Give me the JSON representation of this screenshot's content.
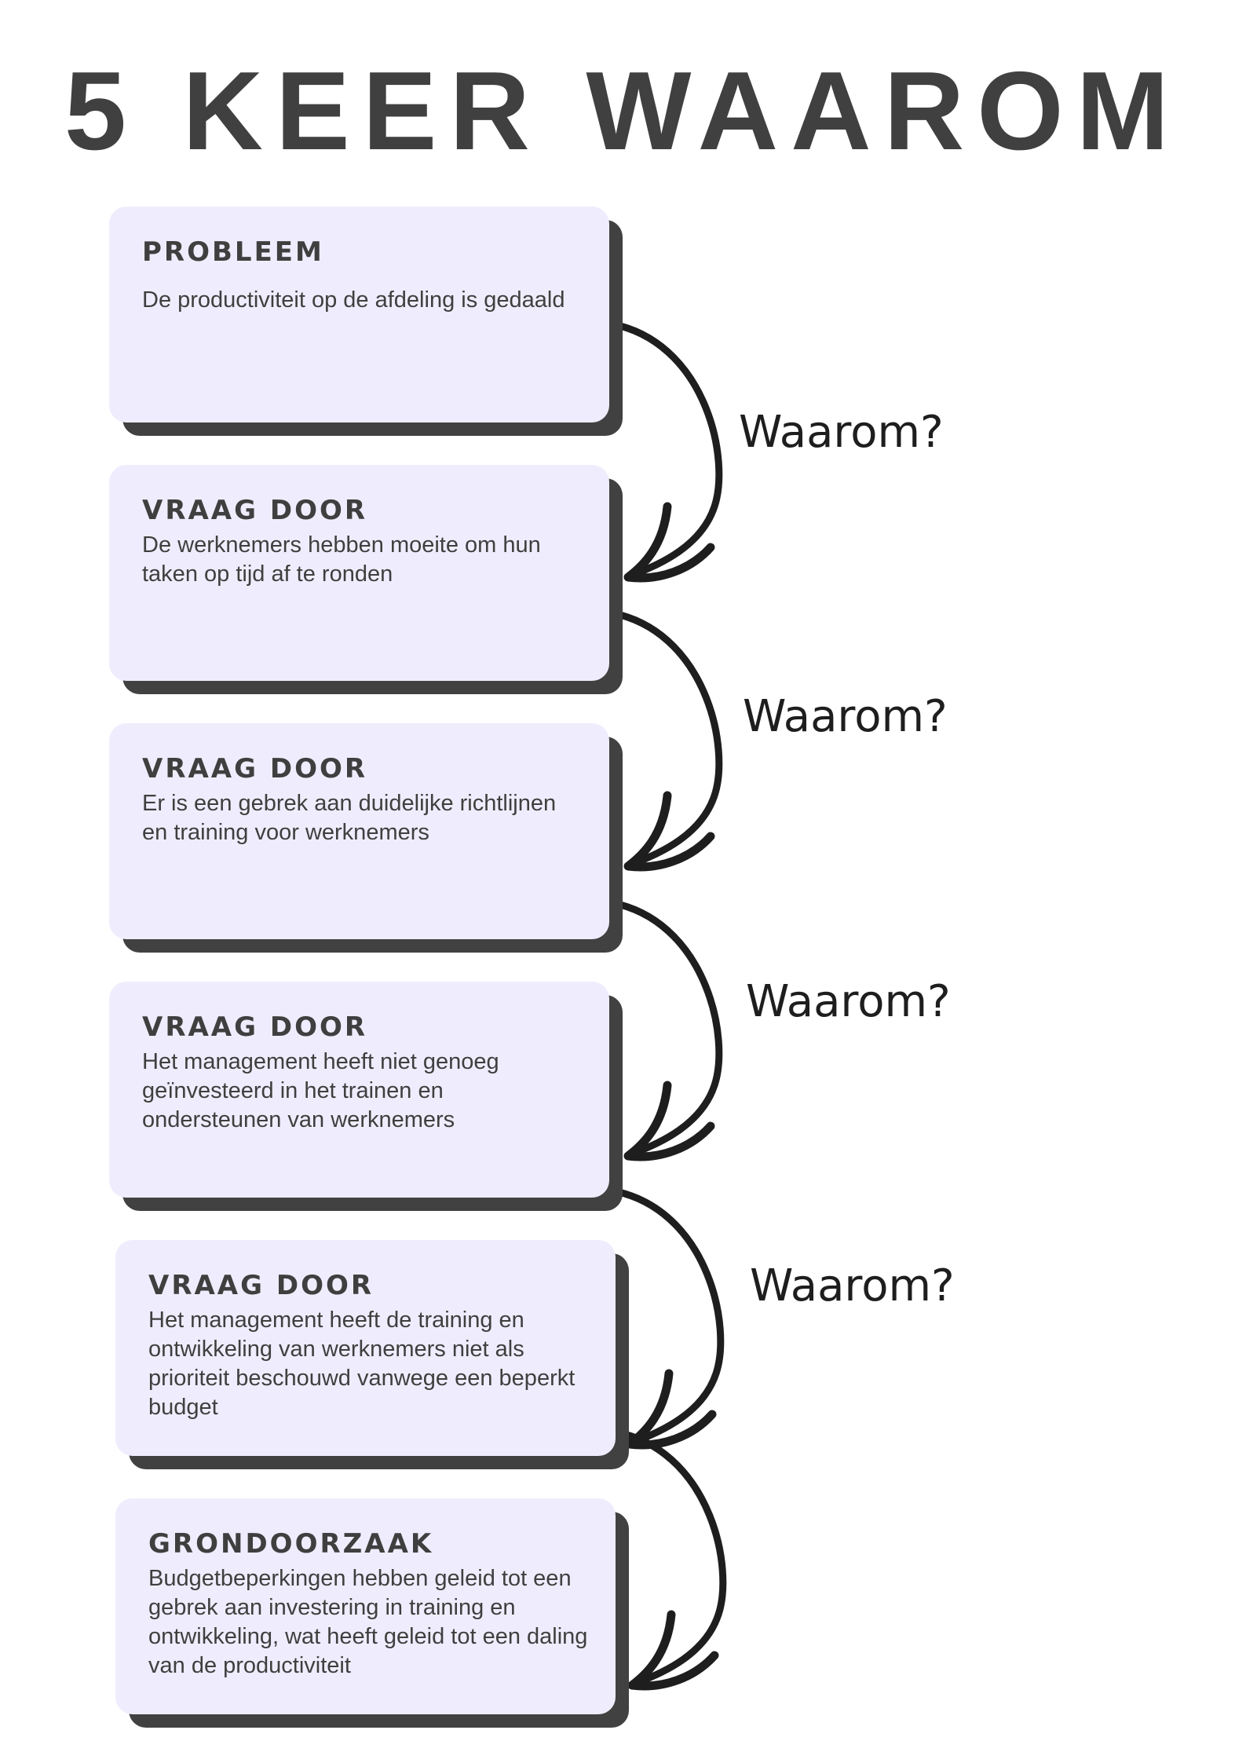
{
  "title": "5 KEER WAAROM",
  "steps": [
    {
      "heading": "PROBLEEM",
      "text": "De productiviteit op de afdeling is gedaald"
    },
    {
      "heading": "VRAAG DOOR",
      "text": "De werknemers hebben moeite om hun taken op tijd af te ronden"
    },
    {
      "heading": "VRAAG DOOR",
      "text": "Er is een gebrek aan duidelijke richtlijnen en training voor werknemers"
    },
    {
      "heading": "VRAAG DOOR",
      "text": "Het management heeft niet genoeg geïnvesteerd in het trainen en ondersteunen van werknemers"
    },
    {
      "heading": "VRAAG DOOR",
      "text": "Het management heeft de training en ontwikkeling van werknemers niet als prioriteit beschouwd vanwege een beperkt budget"
    },
    {
      "heading": "GRONDOORZAAK",
      "text": "Budgetbeperkingen hebben geleid tot een gebrek aan investering in training en ontwikkeling, wat heeft geleid tot een daling van de productiviteit"
    }
  ],
  "why_labels": [
    "Waarom?",
    "Waarom?",
    "Waarom?",
    "Waarom?"
  ],
  "colors": {
    "card": "#efedfd",
    "shadow": "#414141",
    "text": "#3f3f3f",
    "arrow": "#1e1e1e"
  }
}
